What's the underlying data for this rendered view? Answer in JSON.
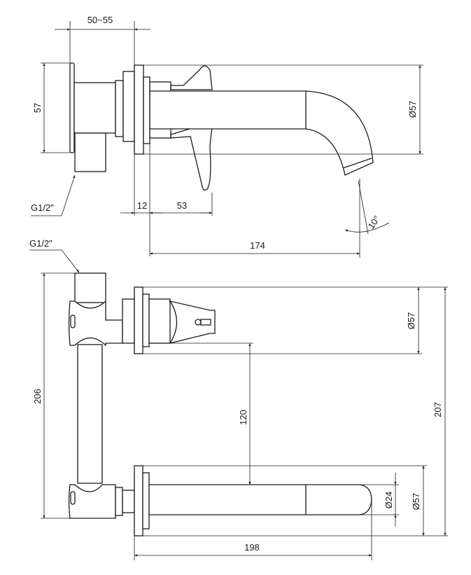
{
  "side_view": {
    "dim_wall_depth": "50~55",
    "dim_body_height": "57",
    "dim_thread": "G1/2\"",
    "dim_plate": "12",
    "dim_handle": "53",
    "dim_spout_reach": "174",
    "dim_plate_diameter": "Ø57",
    "dim_angle": "10°"
  },
  "front_view": {
    "dim_thread": "G1/2\"",
    "dim_total_height": "206",
    "dim_upper_plate_diameter": "Ø57",
    "dim_spacing": "120",
    "dim_overall_height": "207",
    "dim_spout_diameter": "Ø24",
    "dim_lower_plate_diameter": "Ø57",
    "dim_spout_length": "198"
  }
}
